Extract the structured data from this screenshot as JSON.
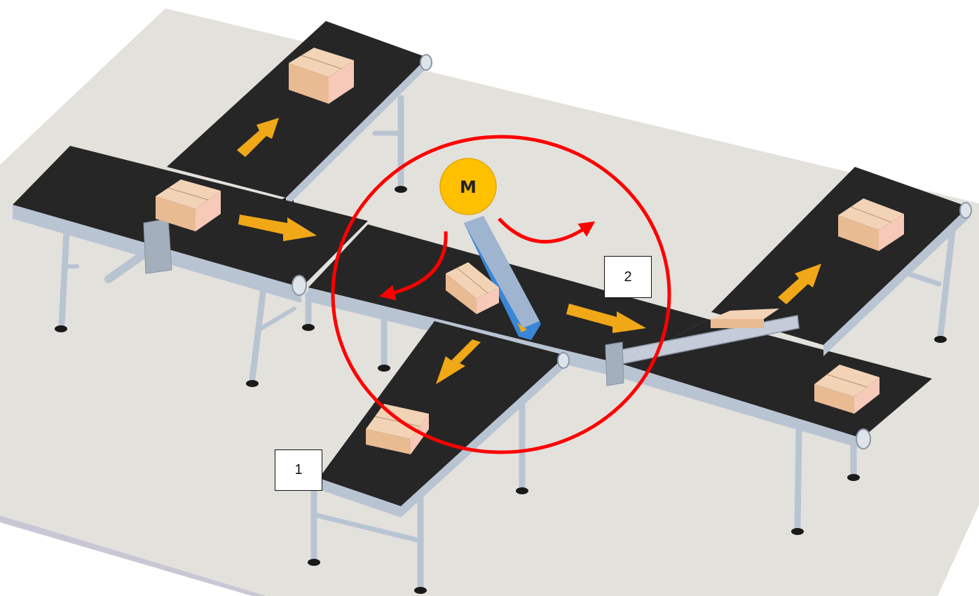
{
  "motor": {
    "label": "M",
    "color": "#FFC000"
  },
  "labels": {
    "station_1": "1",
    "station_2": "2"
  },
  "colors": {
    "belt": "#262626",
    "frame": "#b9c4d2",
    "box": "#e9c39e",
    "flow_arrow": "#f0a818",
    "highlight": "#ff0000",
    "diverter": "#3a86d6"
  },
  "icons": {
    "flow": "arrow-icon",
    "rotation": "curved-arrow-icon",
    "package": "box-icon"
  }
}
